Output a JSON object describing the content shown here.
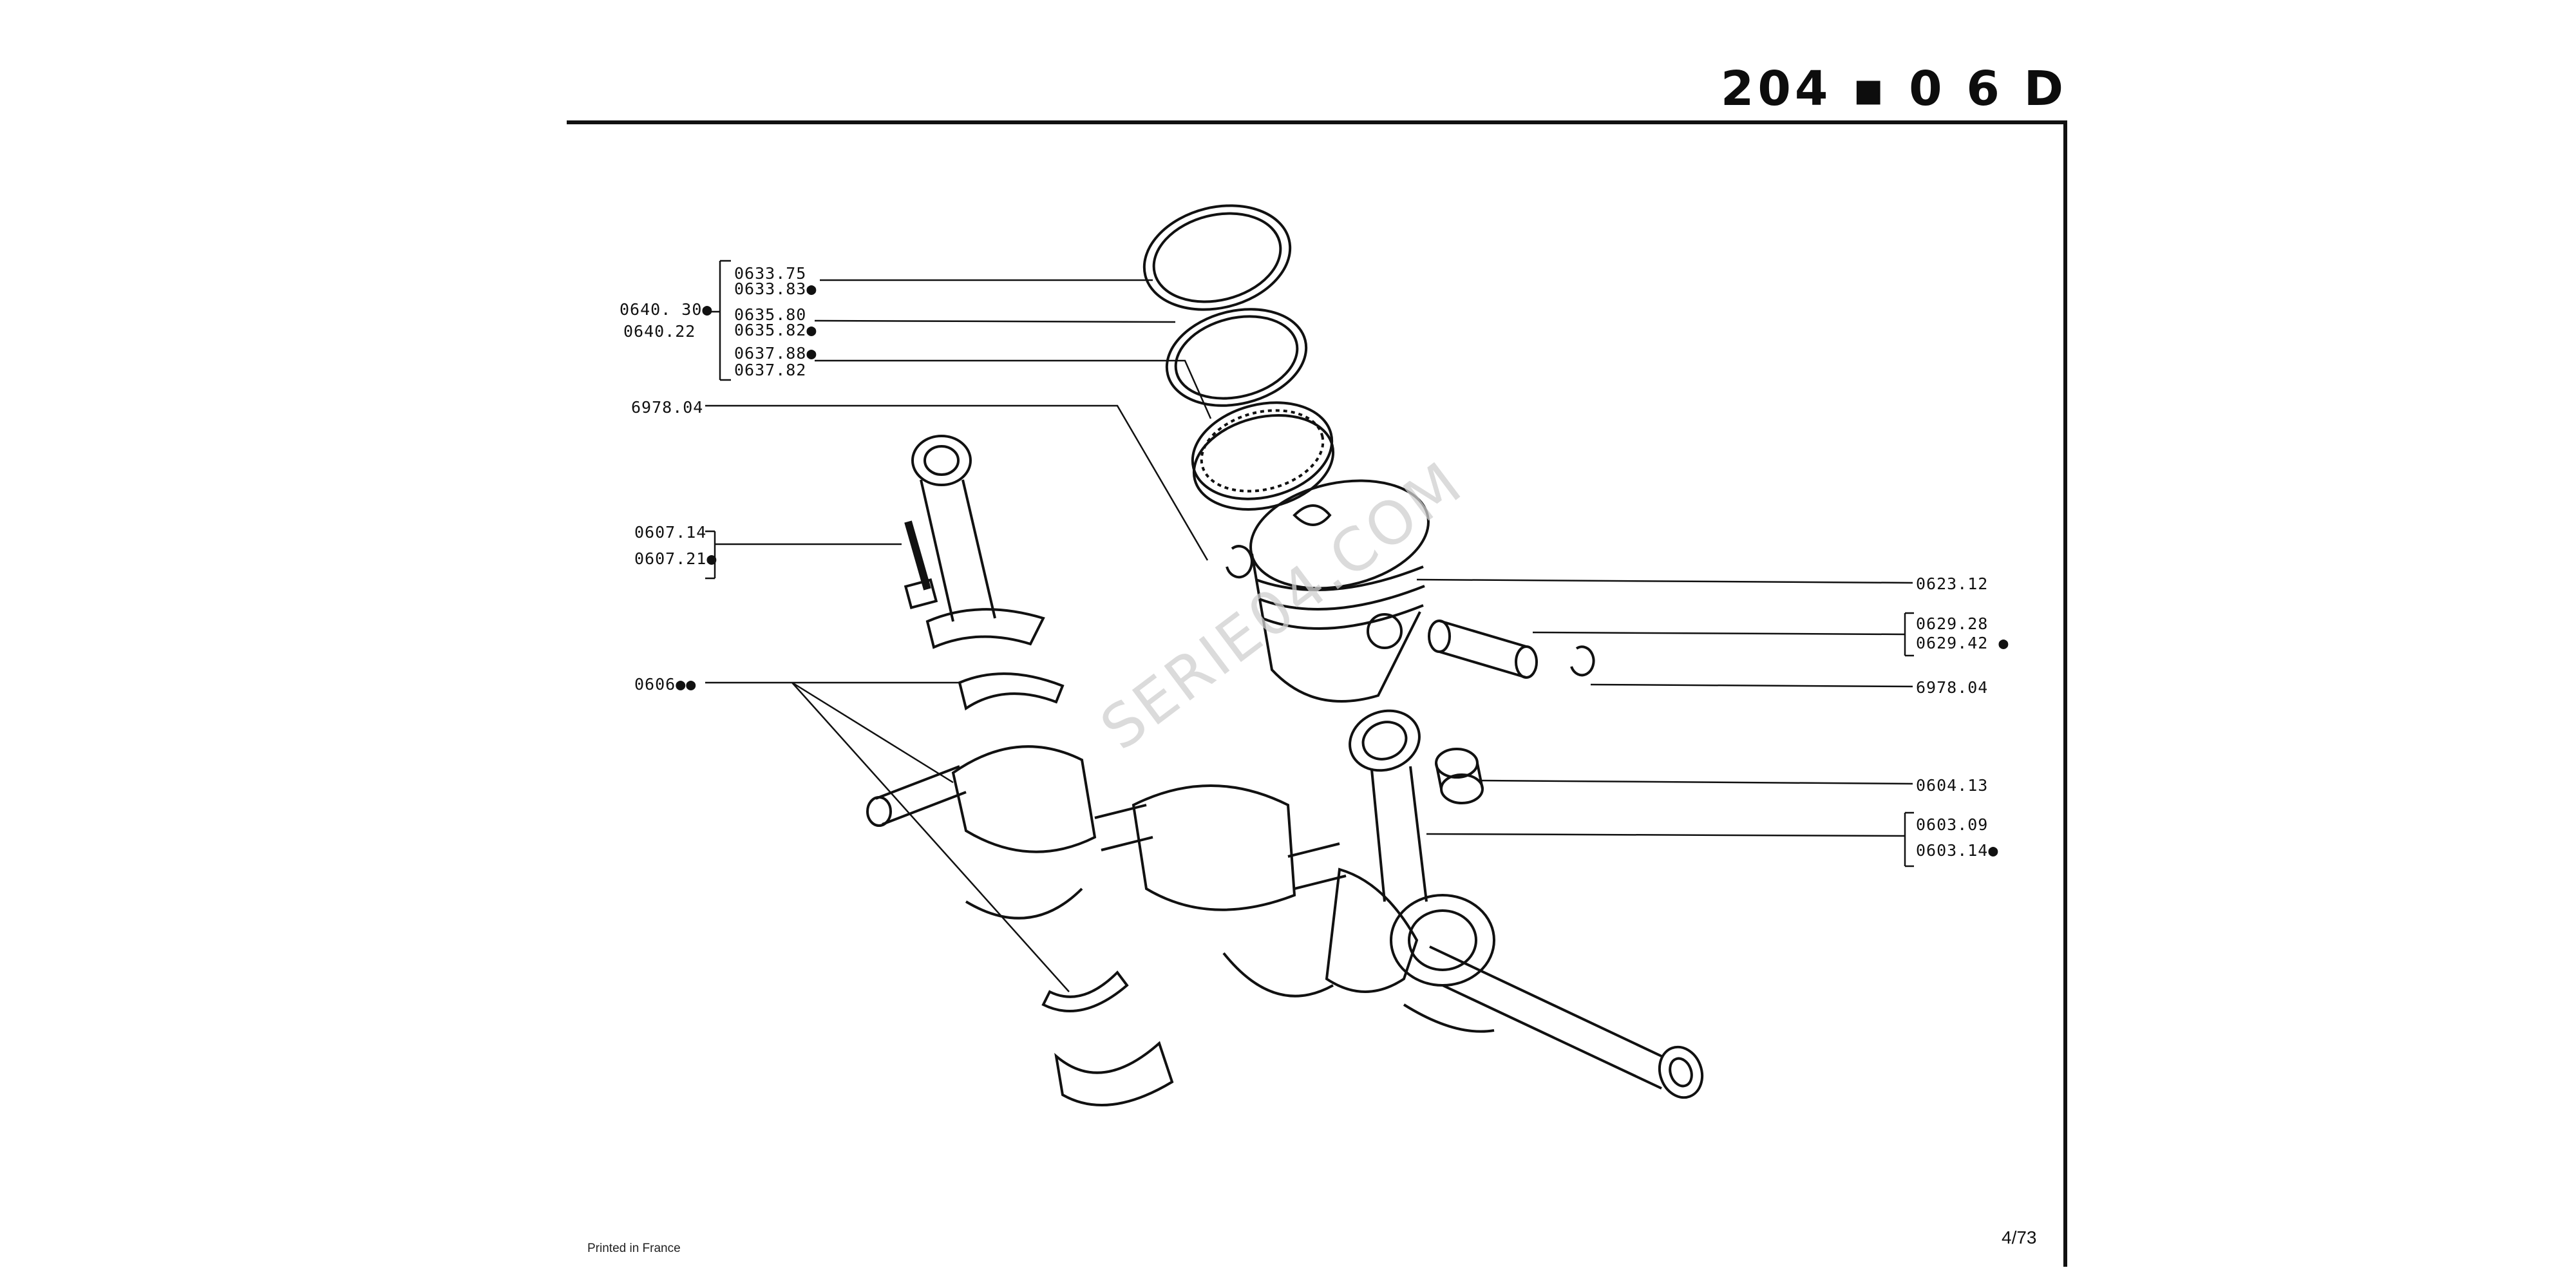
{
  "header": {
    "title": "204 ▪ 0 6 D"
  },
  "watermark": "SERIE04.COM",
  "footer": {
    "printed": "Printed in France",
    "page": "4/73"
  },
  "part_numbers": {
    "rings_group_left": [
      "0640. 30●",
      "0640.22"
    ],
    "ring_1": [
      "0633.75",
      "0633.83●"
    ],
    "ring_2": [
      "0635.80",
      "0635.82●"
    ],
    "ring_3": [
      "0637.88●",
      "0637.82"
    ],
    "circlip_left": "6978.04",
    "rod_bolt": [
      "0607.14",
      "0607.21●"
    ],
    "bearing_shells": "0606●●",
    "piston": "0623.12",
    "gudgeon_pin": [
      "0629.28",
      "0629.42 ●"
    ],
    "circlip_right": "6978.04",
    "small_end_bush": "0604.13",
    "conrod": [
      "0603.09",
      "0603.14●"
    ]
  }
}
